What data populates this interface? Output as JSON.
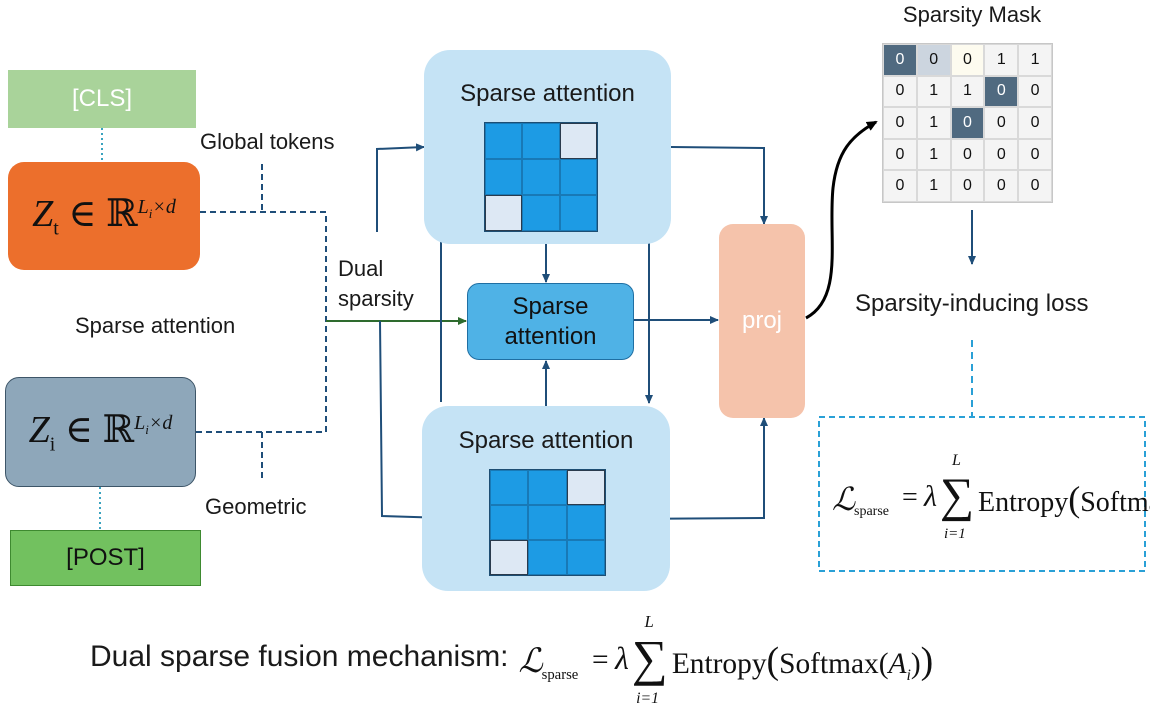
{
  "tokens": {
    "cls": "[CLS]",
    "post": "[POST]",
    "zt": {
      "var": "Z",
      "sub": "t",
      "set": "ℝ",
      "sup": "L",
      "sup_sub": "i",
      "sup_tail": "×d"
    },
    "zi": {
      "var": "Z",
      "sub": "i",
      "set": "ℝ",
      "sup": "L",
      "sup_sub": "i",
      "sup_tail": "×d"
    }
  },
  "labels": {
    "global_tokens": "Global tokens",
    "sparse_attention_left": "Sparse attention",
    "geometric": "Geometric",
    "dual_sparsity": "Dual sparsity"
  },
  "blocks": {
    "top_title": "Sparse attention",
    "middle_title": "Sparse attention",
    "bottom_title": "Sparse attention",
    "proj": "proj"
  },
  "top_matrix": [
    [
      0,
      0,
      1
    ],
    [
      0,
      0,
      0
    ],
    [
      1,
      0,
      0
    ]
  ],
  "bottom_matrix": [
    [
      0,
      0,
      1
    ],
    [
      0,
      0,
      0
    ],
    [
      1,
      0,
      0
    ]
  ],
  "sparsity_mask": {
    "title": "Sparsity Mask",
    "rows": [
      [
        "0",
        "0",
        "0",
        "1",
        "1"
      ],
      [
        "0",
        "1",
        "1",
        "0",
        "0"
      ],
      [
        "0",
        "1",
        "0",
        "0",
        "0"
      ],
      [
        "0",
        "1",
        "0",
        "0",
        "0"
      ],
      [
        "0",
        "1",
        "0",
        "0",
        "0"
      ]
    ],
    "cell_styles": [
      [
        "dark",
        "mid",
        "cream",
        "",
        ""
      ],
      [
        "",
        "",
        "",
        "dark",
        ""
      ],
      [
        "",
        "",
        "dark",
        "",
        ""
      ],
      [
        "",
        "",
        "",
        "",
        ""
      ],
      [
        "",
        "",
        "",
        "",
        ""
      ]
    ]
  },
  "loss": {
    "label": "Sparsity-inducing loss",
    "formula": {
      "L": "ℒ",
      "sub": "sparse",
      "eq": "=",
      "lambda": "λ",
      "sigma": "∑",
      "upper": "L",
      "lower": "i=1",
      "body1": "Entropy",
      "body2": "Softmax",
      "arg": "A",
      "arg_sub": "i"
    }
  },
  "caption": {
    "text": "Dual sparse fusion mechanism:"
  },
  "colors": {
    "arrow": "#1f4e79",
    "green_arrow": "#2e6b2e",
    "curve": "#000000",
    "dashed": "#1f4e79",
    "dotted": "#3aa3bf",
    "formula_border": "#2aa0d6",
    "panel": "#c5e3f5",
    "middle_box": "#4fb2e6",
    "proj": "#f5c3ab",
    "zt_box": "#ec6f2c",
    "zi_box": "#8ea7ba",
    "cls_box": "#a9d39a",
    "post_box": "#72c15f"
  }
}
